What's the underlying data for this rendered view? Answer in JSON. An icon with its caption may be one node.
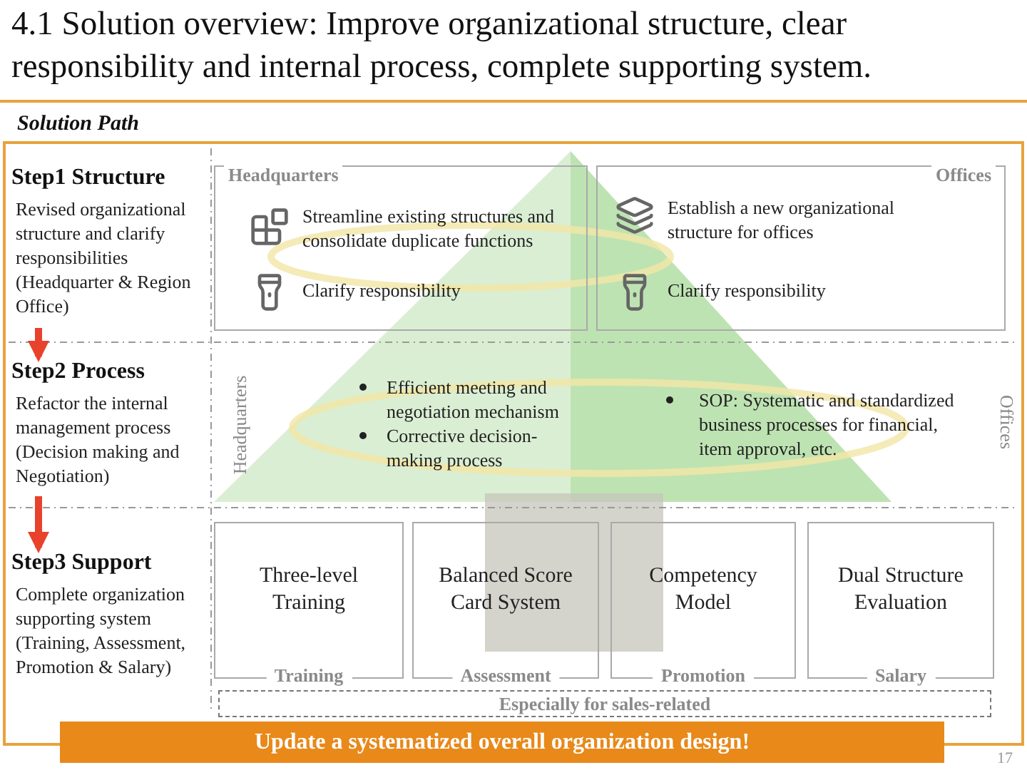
{
  "diagram": {
    "title": "4.1 Solution overview: Improve organizational structure, clear responsibility and internal process, complete supporting system.",
    "nodes": [
      {
        "text": [
          "Step1 Structure",
          "Revised organizational structure and clarify responsibilities (Headquarter & Region Office)"
        ]
      },
      {
        "text": [
          "Step2 Process",
          "Refactor the internal management process (Decision making and Negotiation)"
        ]
      },
      {
        "text": [
          "Step3 Support",
          "Complete organization supporting system (Training, Assessment, Promotion & Salary)"
        ]
      },
      {
        "text": [
          "Headquarters",
          "Streamline existing structures and consolidate duplicate functions",
          "Clarify responsibility"
        ]
      },
      {
        "text": [
          "Offices",
          "Establish a new organizational structure for offices",
          "Clarify responsibility"
        ]
      },
      {
        "text": [
          "Three-level Training",
          "Training"
        ]
      },
      {
        "text": [
          "Balanced Score Card System",
          "Assessment"
        ]
      },
      {
        "text": [
          "Competency Model",
          "Promotion"
        ]
      },
      {
        "text": [
          "Dual Structure Evaluation",
          "Salary"
        ]
      },
      {
        "text": [
          "Especially for sales-related"
        ]
      },
      {
        "text": [
          "Update a systematized overall organization design!"
        ]
      }
    ],
    "edges": [
      {
        "from": 0,
        "to": 1,
        "arrow": "to",
        "color": "#e8412c"
      },
      {
        "from": 1,
        "to": 2,
        "arrow": "to",
        "color": "#e8412c"
      }
    ],
    "labels": [
      "Solution Path",
      "Headquarters",
      "Efficient meeting and negotiation mechanism",
      "Corrective decision-making process",
      "SOP:  Systematic and standardized business processes for financial, item approval, etc.",
      "Offices",
      "17"
    ]
  }
}
